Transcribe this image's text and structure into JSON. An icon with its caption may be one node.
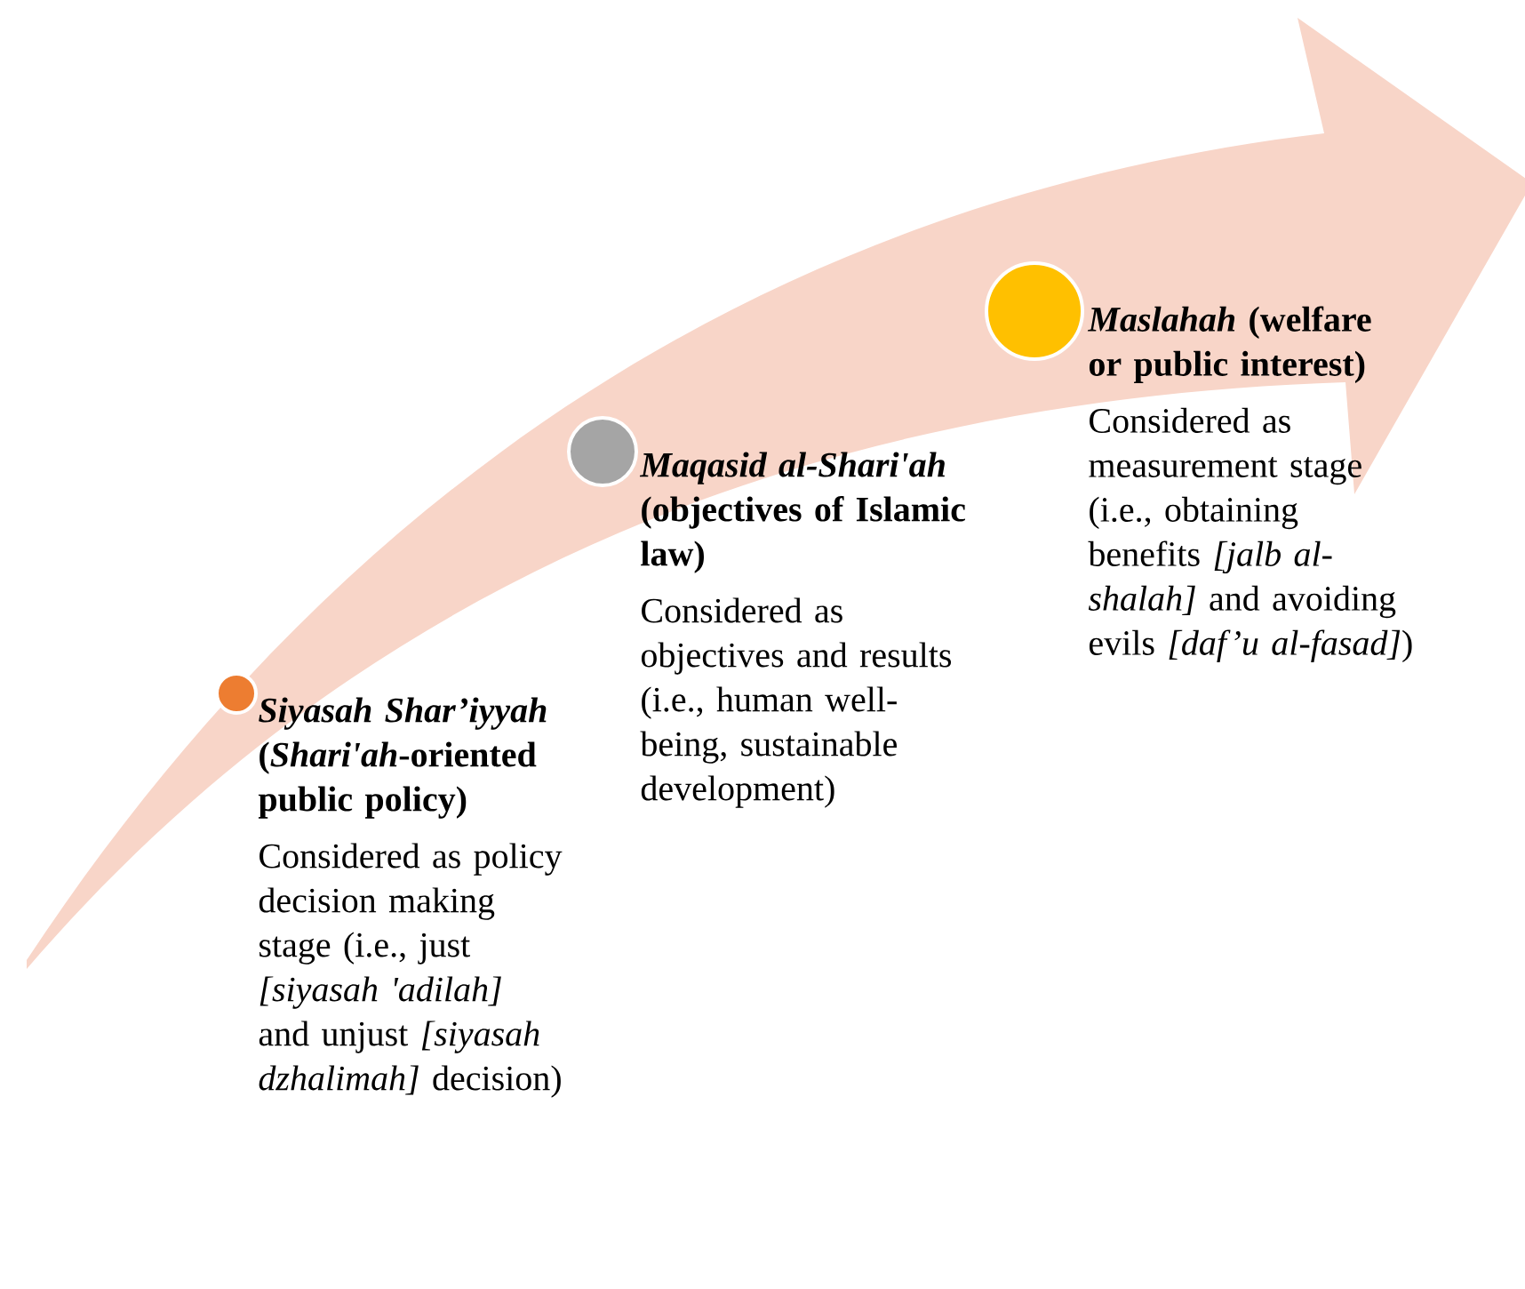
{
  "diagram": {
    "nodes": [
      {
        "text": [
          "*Siyasah Shar’iyyah* (*Shari'ah*-oriented public policy)",
          "Considered as policy decision making stage (i.e., just *[siyasah 'adilah]* and unjust *[siyasah dzhalimah]* decision)"
        ]
      },
      {
        "text": [
          "*Maqasid al-Shari'ah* (objectives of Islamic law)",
          "Considered as objectives and results (i.e., human well-being, sustainable development)"
        ]
      },
      {
        "text": [
          "*Maslahah* (welfare or public interest)",
          "Considered as measurement stage (i.e., obtaining benefits *[jalb al-shalah]* and avoiding evils *[daf’u al-fasad]*)"
        ]
      }
    ]
  }
}
